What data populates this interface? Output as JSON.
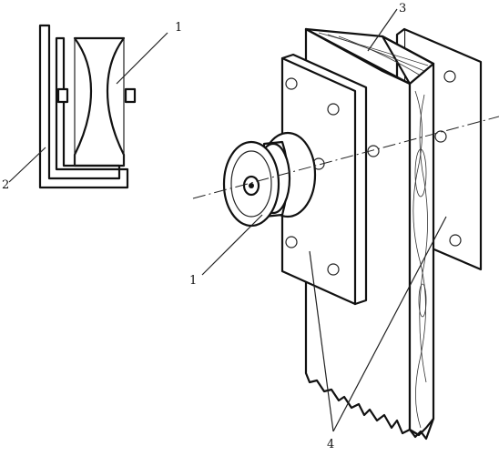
{
  "callouts": {
    "small_pulley": "1",
    "bracket": "2",
    "plank": "3",
    "pulley": "1",
    "plates": "4"
  }
}
